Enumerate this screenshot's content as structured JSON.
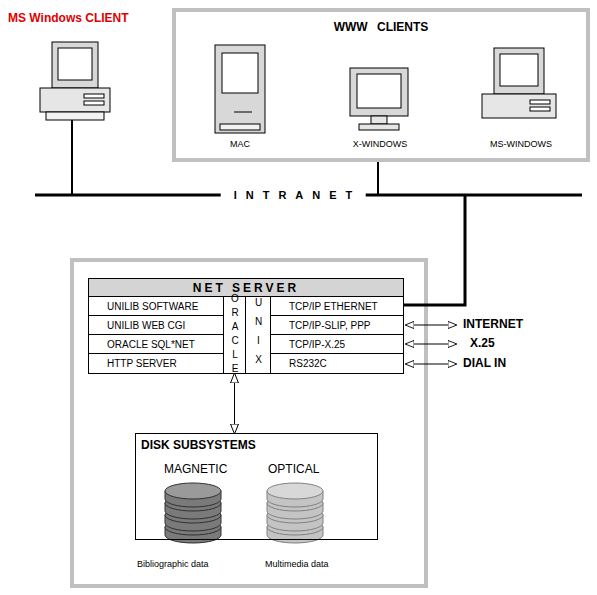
{
  "diagram": {
    "nodes": [
      {
        "text": [
          "WWW CLIENTS"
        ]
      },
      {
        "text": [
          "NET SERVER"
        ]
      },
      {
        "text": [
          "UNILIB SOFTWARE"
        ],
        "in": 1
      },
      {
        "text": [
          "UNILIB WEB CGI"
        ],
        "in": 1
      },
      {
        "text": [
          "ORACLE SQL*NET"
        ],
        "in": 1
      },
      {
        "text": [
          "HTTP SERVER"
        ],
        "in": 1
      },
      {
        "text": [
          "ORACLE"
        ],
        "in": 1
      },
      {
        "text": [
          "UNIX"
        ],
        "in": 1
      },
      {
        "text": [
          "TCP/IP ETHERNET"
        ],
        "in": 1
      },
      {
        "text": [
          "TCP/IP-SLIP, PPP"
        ],
        "in": 1
      },
      {
        "text": [
          "TCP/IP-X.25"
        ],
        "in": 1
      },
      {
        "text": [
          "RS232C"
        ],
        "in": 1
      },
      {
        "text": [
          "DISK SUBSYSTEMS"
        ]
      }
    ],
    "edges": [
      {
        "from": 6,
        "to": 12,
        "arrow": "both"
      }
    ],
    "labels": [
      "MS Windows CLIENT",
      "MAC",
      "X-WINDOWS",
      "MS-WINDOWS",
      "INTRANET",
      "INTERNET",
      "X.25",
      "DIAL IN",
      "MAGNETIC",
      "OPTICAL",
      "Bibliographic data",
      "Multimedia data"
    ]
  }
}
